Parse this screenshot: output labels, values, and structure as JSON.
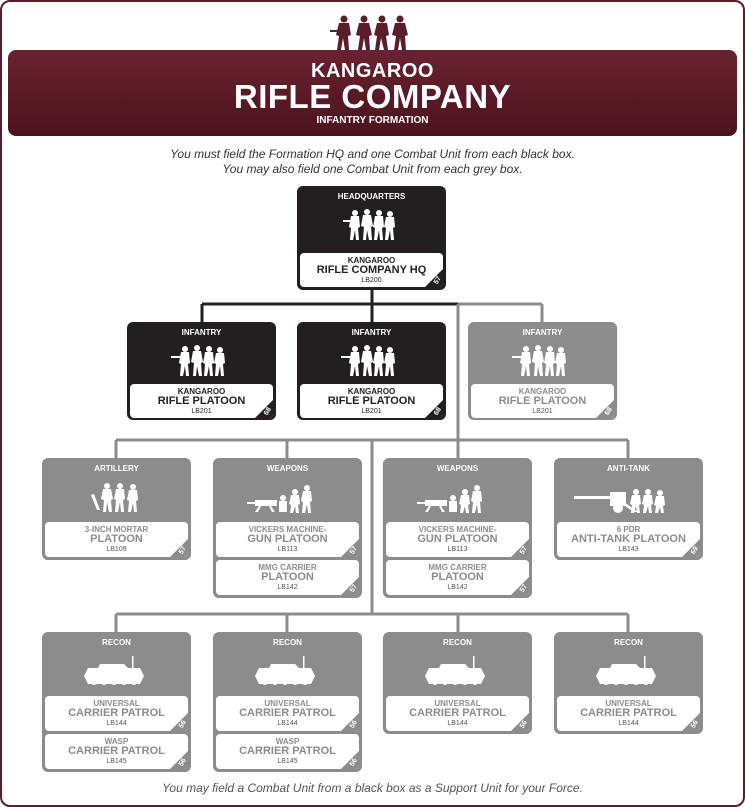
{
  "header": {
    "line1": "KANGAROO",
    "line2": "RIFLE COMPANY",
    "line3": "INFANTRY FORMATION"
  },
  "instructions": {
    "line1": "You must field the Formation HQ and one Combat Unit from each black box.",
    "line2": "You may also field one Combat Unit from each grey box."
  },
  "footer": "You may field a Combat Unit from a black box as a Support Unit for your Force.",
  "colors": {
    "brand": "#5a1e2a",
    "black_box": "#231f20",
    "grey_box": "#8c8c8c"
  },
  "hq": {
    "category": "HEADQUARTERS",
    "icon": "infantry-silhouette-icon",
    "line1": "KANGAROO",
    "line2": "RIFLE  COMPANY HQ",
    "code": "LB200",
    "page": "57"
  },
  "infantry": [
    {
      "category": "INFANTRY",
      "line1": "KANGAROO",
      "line2": "RIFLE PLATOON",
      "code": "LB201",
      "page": "68"
    },
    {
      "category": "INFANTRY",
      "line1": "KANGAROO",
      "line2": "RIFLE PLATOON",
      "code": "LB201",
      "page": "68"
    },
    {
      "category": "INFANTRY",
      "line1": "KANGAROO",
      "line2": "RIFLE PLATOON",
      "code": "LB201",
      "page": "68"
    }
  ],
  "support": [
    {
      "category": "ARTILLERY",
      "icon": "mortar-crew-icon",
      "cards": [
        {
          "l1": "3-INCH MORTAR",
          "l2": "PLATOON",
          "code": "LB109",
          "page": "57"
        }
      ]
    },
    {
      "category": "WEAPONS",
      "icon": "machine-gun-crew-icon",
      "cards": [
        {
          "l1": "VICKERS MACHINE-",
          "l2": "GUN PLATOON",
          "code": "LB113",
          "page": "57"
        },
        {
          "l1": "MMG CARRIER",
          "l2": "PLATOON",
          "code": "LB142",
          "page": "57"
        }
      ]
    },
    {
      "category": "WEAPONS",
      "icon": "machine-gun-crew-icon",
      "cards": [
        {
          "l1": "VICKERS MACHINE-",
          "l2": "GUN PLATOON",
          "code": "LB113",
          "page": "57"
        },
        {
          "l1": "MMG CARRIER",
          "l2": "PLATOON",
          "code": "LB142",
          "page": "57"
        }
      ]
    },
    {
      "category": "ANTI-TANK",
      "icon": "anti-tank-gun-icon",
      "cards": [
        {
          "l1": "6 PDR",
          "l2": "ANTI-TANK PLATOON",
          "code": "LB143",
          "page": "69"
        }
      ]
    }
  ],
  "recon": [
    {
      "category": "RECON",
      "icon": "carrier-icon",
      "cards": [
        {
          "l1": "UNIVERSAL",
          "l2": "CARRIER PATROL",
          "code": "LB144",
          "page": "56"
        },
        {
          "l1": "WASP",
          "l2": "CARRIER PATROL",
          "code": "LB145",
          "page": "56"
        }
      ]
    },
    {
      "category": "RECON",
      "icon": "carrier-icon",
      "cards": [
        {
          "l1": "UNIVERSAL",
          "l2": "CARRIER PATROL",
          "code": "LB144",
          "page": "56"
        },
        {
          "l1": "WASP",
          "l2": "CARRIER PATROL",
          "code": "LB145",
          "page": "56"
        }
      ]
    },
    {
      "category": "RECON",
      "icon": "carrier-icon",
      "cards": [
        {
          "l1": "UNIVERSAL",
          "l2": "CARRIER PATROL",
          "code": "LB144",
          "page": "56"
        }
      ]
    },
    {
      "category": "RECON",
      "icon": "carrier-icon",
      "cards": [
        {
          "l1": "UNIVERSAL",
          "l2": "CARRIER PATROL",
          "code": "LB144",
          "page": "56"
        }
      ]
    }
  ]
}
